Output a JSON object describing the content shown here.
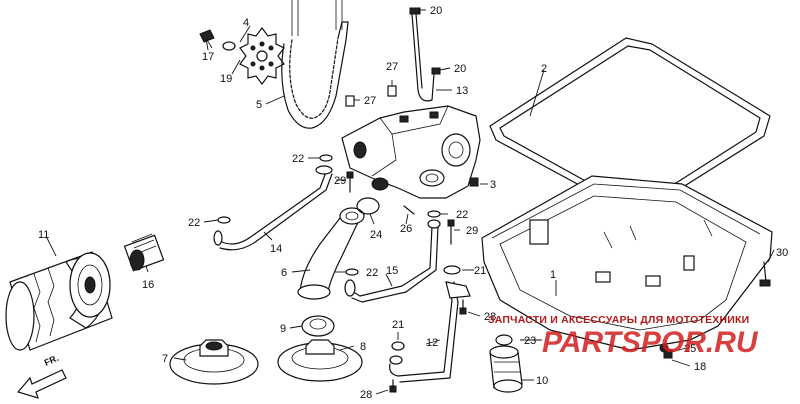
{
  "diagram": {
    "callouts": {
      "p1": "1",
      "p2": "2",
      "p3": "3",
      "p4": "4",
      "p5": "5",
      "p6": "6",
      "p7": "7",
      "p8": "8",
      "p9": "9",
      "p10": "10",
      "p11": "11",
      "p12": "12",
      "p13": "13",
      "p14": "14",
      "p15": "15",
      "p16": "16",
      "p17": "17",
      "p18": "18",
      "p19": "19",
      "p20a": "20",
      "p20b": "20",
      "p21a": "21",
      "p21b": "21",
      "p22a": "22",
      "p22b": "22",
      "p22c": "22",
      "p22d": "22",
      "p23": "23",
      "p24": "24",
      "p25": "25",
      "p26": "26",
      "p27a": "27",
      "p27b": "27",
      "p28a": "28",
      "p28b": "28",
      "p29a": "29",
      "p29b": "29",
      "p30": "30"
    },
    "direction_label": "FR."
  },
  "watermark": {
    "tagline": "ЗАПЧАСТИ И АКСЕССУАРЫ ДЛЯ МОТОТЕХНИКИ",
    "brand": "PARTSPOR.RU"
  }
}
